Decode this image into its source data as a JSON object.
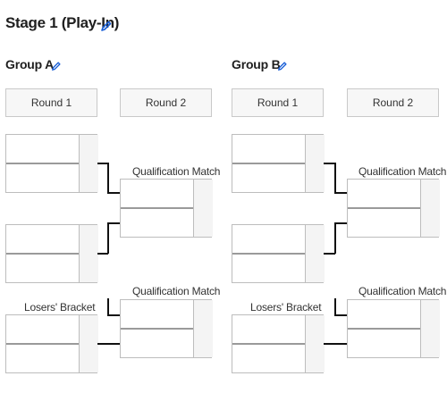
{
  "stage": {
    "title": "Stage 1 (Play-In)"
  },
  "groups": [
    {
      "title": "Group A",
      "rounds": [
        "Round 1",
        "Round 2"
      ],
      "qualification_label_1": "Qualification Match",
      "qualification_label_2": "Qualification Match",
      "losers_label": "Losers' Bracket"
    },
    {
      "title": "Group B",
      "rounds": [
        "Round 1",
        "Round 2"
      ],
      "qualification_label_1": "Qualification Match",
      "qualification_label_2": "Qualification Match",
      "losers_label": "Losers' Bracket"
    }
  ],
  "icons": {
    "edit": "pencil-icon"
  },
  "colors": {
    "accent": "#1a5fd6"
  }
}
